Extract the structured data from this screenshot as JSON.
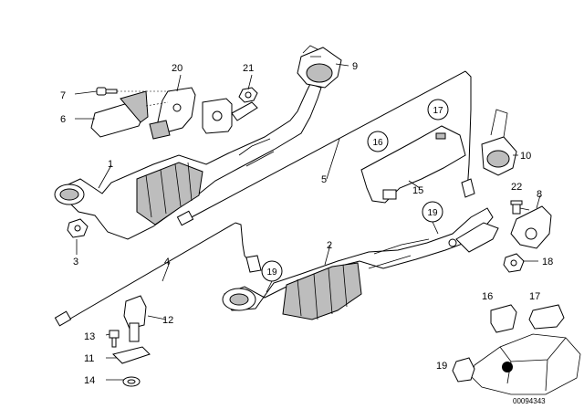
{
  "callouts": [
    {
      "id": "c1",
      "text": "1"
    },
    {
      "id": "c2",
      "text": "2"
    },
    {
      "id": "c3",
      "text": "3"
    },
    {
      "id": "c4",
      "text": "4"
    },
    {
      "id": "c5",
      "text": "5"
    },
    {
      "id": "c6",
      "text": "6"
    },
    {
      "id": "c7",
      "text": "7"
    },
    {
      "id": "c8",
      "text": "8"
    },
    {
      "id": "c9",
      "text": "9"
    },
    {
      "id": "c10",
      "text": "10"
    },
    {
      "id": "c11",
      "text": "11"
    },
    {
      "id": "c12",
      "text": "12"
    },
    {
      "id": "c13",
      "text": "13"
    },
    {
      "id": "c14",
      "text": "14"
    },
    {
      "id": "c15",
      "text": "15"
    },
    {
      "id": "c16a",
      "text": "16"
    },
    {
      "id": "c16b",
      "text": "16"
    },
    {
      "id": "c17a",
      "text": "17"
    },
    {
      "id": "c17b",
      "text": "17"
    },
    {
      "id": "c18",
      "text": "18"
    },
    {
      "id": "c19a",
      "text": "19"
    },
    {
      "id": "c19b",
      "text": "19"
    },
    {
      "id": "c19c",
      "text": "19"
    },
    {
      "id": "c20",
      "text": "20"
    },
    {
      "id": "c21",
      "text": "21"
    },
    {
      "id": "c22",
      "text": "22"
    }
  ],
  "reference_number": "00094343"
}
